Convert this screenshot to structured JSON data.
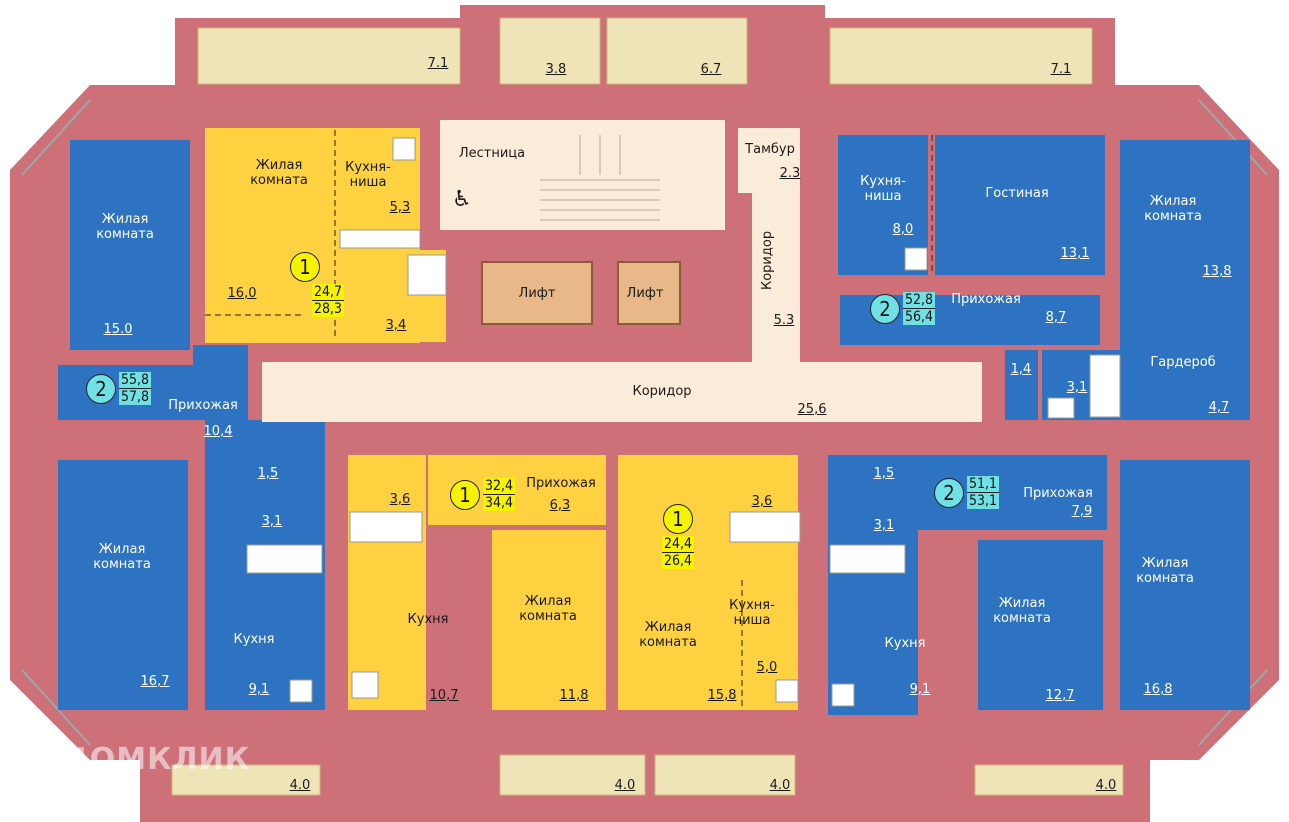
{
  "colors": {
    "wall": "#cd7078",
    "wall_dark": "#b85860",
    "studio": "#fdd13f",
    "two_room": "#2d73c1",
    "corridor": "#fbecd9",
    "balcony": "#efe4b8",
    "lift": "#e8b888",
    "bath": "#ffffff"
  },
  "legend": {
    "one_room_symbol": "1",
    "two_room_symbol": "2"
  },
  "common": {
    "stairs": "Лестница",
    "lift_a": "Лифт",
    "lift_b": "Лифт",
    "vestibule": "Тамбур",
    "vestibule_area": "2.3",
    "corridor_v": "Коридор",
    "corridor_v_area": "5.3",
    "corridor_h": "Коридор",
    "corridor_h_area": "25,6"
  },
  "balconies": {
    "top": [
      "7.1",
      "3.8",
      "6.7",
      "7.1"
    ],
    "bottom": [
      "4.0",
      "4.0",
      "4.0",
      "4.0"
    ]
  },
  "apartments": [
    {
      "id": "apt-top-left-2room",
      "rooms_count": "2",
      "living_area": "55,8",
      "total_area": "57,8",
      "rooms": [
        {
          "name": "Жилая комната",
          "area": "15.0"
        },
        {
          "name": "Прихожая",
          "area": "10,4"
        }
      ]
    },
    {
      "id": "apt-top-studio",
      "rooms_count": "1",
      "living_area": "24,7",
      "total_area": "28,3",
      "rooms": [
        {
          "name": "Жилая комната",
          "area": "16,0"
        },
        {
          "name": "Кухня-ниша",
          "area": "5,3"
        },
        {
          "name": "",
          "area": "3,4"
        }
      ]
    },
    {
      "id": "apt-top-right-2room",
      "rooms_count": "2",
      "living_area": "52,8",
      "total_area": "56,4",
      "rooms": [
        {
          "name": "Кухня-ниша",
          "area": "8,0"
        },
        {
          "name": "Гостиная",
          "area": "13,1"
        },
        {
          "name": "Жилая комната",
          "area": "13,8"
        },
        {
          "name": "Прихожая",
          "area": "8,7"
        },
        {
          "name": "",
          "area": "1,4"
        },
        {
          "name": "",
          "area": "3,1"
        },
        {
          "name": "Гардероб",
          "area": "4,7"
        }
      ]
    },
    {
      "id": "apt-bottom-left-2room",
      "rooms_count": "2",
      "living_area": "",
      "total_area": "",
      "rooms": [
        {
          "name": "Жилая комната",
          "area": "16,7"
        },
        {
          "name": "",
          "area": "1,5"
        },
        {
          "name": "",
          "area": "3,1"
        },
        {
          "name": "Кухня",
          "area": "9,1"
        }
      ]
    },
    {
      "id": "apt-bottom-studio-a",
      "rooms_count": "1",
      "living_area": "32,4",
      "total_area": "34,4",
      "rooms": [
        {
          "name": "Прихожая",
          "area": "6,3"
        },
        {
          "name": "",
          "area": "3,6"
        },
        {
          "name": "Кухня",
          "area": "10,7"
        },
        {
          "name": "Жилая комната",
          "area": "11,8"
        }
      ]
    },
    {
      "id": "apt-bottom-studio-b",
      "rooms_count": "1",
      "living_area": "24,4",
      "total_area": "26,4",
      "rooms": [
        {
          "name": "",
          "area": "3,6"
        },
        {
          "name": "Жилая комната",
          "area": "15,8"
        },
        {
          "name": "Кухня-ниша",
          "area": "5,0"
        }
      ]
    },
    {
      "id": "apt-bottom-right-2room",
      "rooms_count": "2",
      "living_area": "51,1",
      "total_area": "53,1",
      "rooms": [
        {
          "name": "",
          "area": "1,5"
        },
        {
          "name": "",
          "area": "3,1"
        },
        {
          "name": "Прихожая",
          "area": "7,9"
        },
        {
          "name": "Кухня",
          "area": "9,1"
        },
        {
          "name": "Жилая комната",
          "area": "12,7"
        },
        {
          "name": "Жилая комната",
          "area": "16,8"
        }
      ]
    }
  ],
  "watermark": "ДОМКЛИК"
}
